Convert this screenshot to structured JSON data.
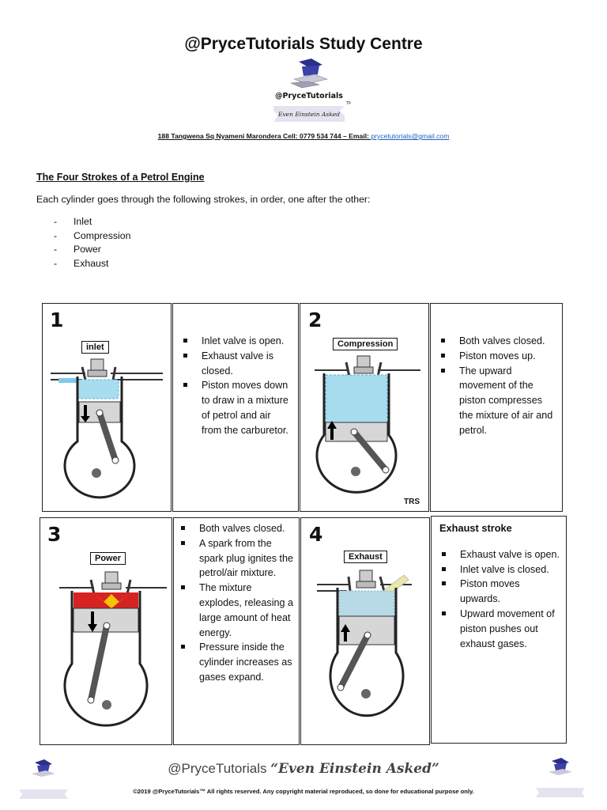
{
  "header": {
    "title": "@PryceTutorials Study Centre",
    "logo_name": "@PryceTutorials",
    "logo_tagline": "Even Einstein Asked",
    "logo_tm": "TM",
    "address": "188 Tangwena Sq Nyameni Marondera Cell: 0779 534 744 – Email: ",
    "email": "prycetutorials@gmail.com"
  },
  "section": {
    "heading": "The Four Strokes of a Petrol Engine",
    "intro": "Each cylinder goes through the following strokes, in order, one after the other:",
    "strokes": [
      "Inlet",
      "Compression",
      "Power",
      "Exhaust"
    ]
  },
  "panels": [
    {
      "number": "1",
      "label": "inlet",
      "bullets": [
        "Inlet valve is open.",
        "Exhaust valve is closed.",
        "Piston moves down to draw in a mixture of petrol and air from the carburetor."
      ]
    },
    {
      "number": "2",
      "label": "Compression",
      "credit": "TRS",
      "bullets": [
        "Both valves closed.",
        "Piston moves up.",
        "The upward movement of the piston compresses the mixture of air and petrol."
      ]
    },
    {
      "number": "3",
      "label": "Power",
      "bullets": [
        "Both valves closed.",
        "A spark from the spark plug ignites the petrol/air mixture.",
        "The mixture explodes, releasing a large amount of heat energy.",
        "Pressure inside the cylinder increases as gases expand."
      ]
    },
    {
      "number": "4",
      "label": "Exhaust",
      "title": "Exhaust stroke",
      "bullets": [
        "Exhaust valve is open.",
        "Inlet valve is closed.",
        "Piston moves upwards.",
        "Upward movement of piston pushes out exhaust gases."
      ]
    }
  ],
  "footer": {
    "brand": "@PryceTutorials",
    "brand_quote": "“Even Einstein Asked”",
    "copyright": "©2019 @PryceTutorials™ All rights reserved. Any copyright material reproduced, so done for educational purpose only."
  }
}
